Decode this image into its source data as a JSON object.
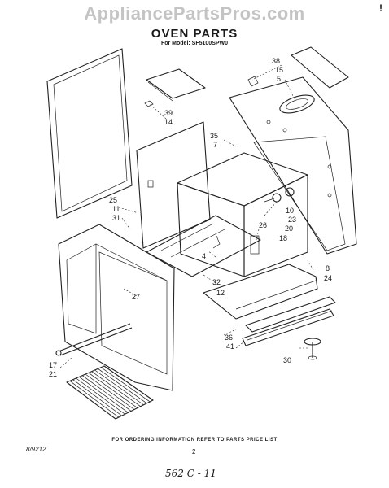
{
  "watermark": "AppliancePartsPros.com",
  "title": "OVEN PARTS",
  "model_line": "For Model: SF5100SPW0",
  "footer_note": "FOR ORDERING INFORMATION REFER TO PARTS PRICE LIST",
  "page_number": "2",
  "date_code": "8/9212",
  "handwritten_note": "562 C - 11",
  "corner_mark": "!",
  "part_labels": [
    "38",
    "15",
    "5",
    "39",
    "14",
    "35",
    "7",
    "25",
    "11",
    "31",
    "10",
    "23",
    "20",
    "26",
    "18",
    "8",
    "24",
    "4",
    "27",
    "32",
    "12",
    "36",
    "41",
    "30",
    "17",
    "21"
  ]
}
